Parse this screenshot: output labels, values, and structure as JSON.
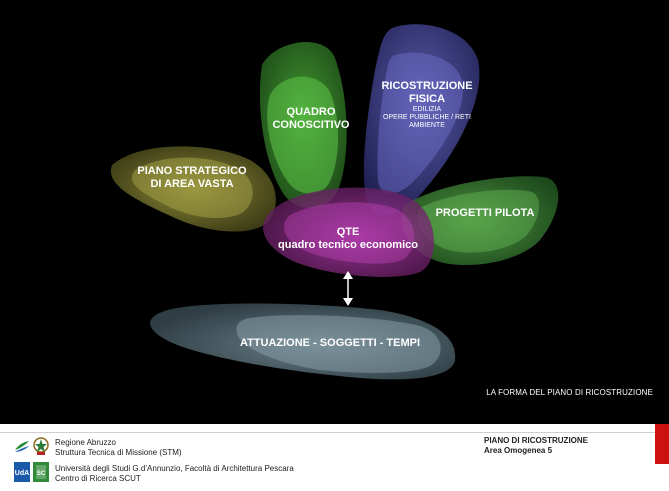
{
  "diagram": {
    "petals": [
      {
        "id": "quadro",
        "lines": [
          "QUADRO",
          "CONOSCITIVO"
        ],
        "color": "#3c9a2c"
      },
      {
        "id": "ricostruzione",
        "lines": [
          "RICOSTRUZIONE",
          "FISICA"
        ],
        "sub": [
          "EDILIZIA",
          "OPERE PUBBLICHE / RETI",
          "AMBIENTE"
        ],
        "color": "#3e3f9a"
      },
      {
        "id": "piano",
        "lines": [
          "PIANO STRATEGICO",
          "DI AREA VASTA"
        ],
        "color": "#6b6a2a"
      },
      {
        "id": "progetti",
        "lines": [
          "PROGETTI PILOTA"
        ],
        "color": "#3b8a3a"
      },
      {
        "id": "qte",
        "lines": [
          "QTE",
          "quadro tecnico economico"
        ],
        "color": "#8a2a86"
      },
      {
        "id": "attuazione",
        "lines": [
          "ATTUAZIONE - SOGGETTI - TEMPI"
        ],
        "color": "#4d6570"
      }
    ],
    "caption": "LA FORMA DEL PIANO DI RICOSTRUZIONE"
  },
  "footer": {
    "left_line1": "Regione Abruzzo",
    "left_line2": "Struttura Tecnica di Missione (STM)",
    "left_line3": "Università degli Studi G.d’Annunzio,  Facoltà di Architettura Pescara",
    "left_line4": "Centro di Ricerca SCUT",
    "right_line1": "PIANO DI RICOSTRUZIONE",
    "right_line2": "Area Omogenea 5",
    "accent": "#cc1111",
    "icons": [
      "regione-abruzzo-logo",
      "emblem-logo",
      "uda-logo",
      "scut-logo"
    ]
  }
}
